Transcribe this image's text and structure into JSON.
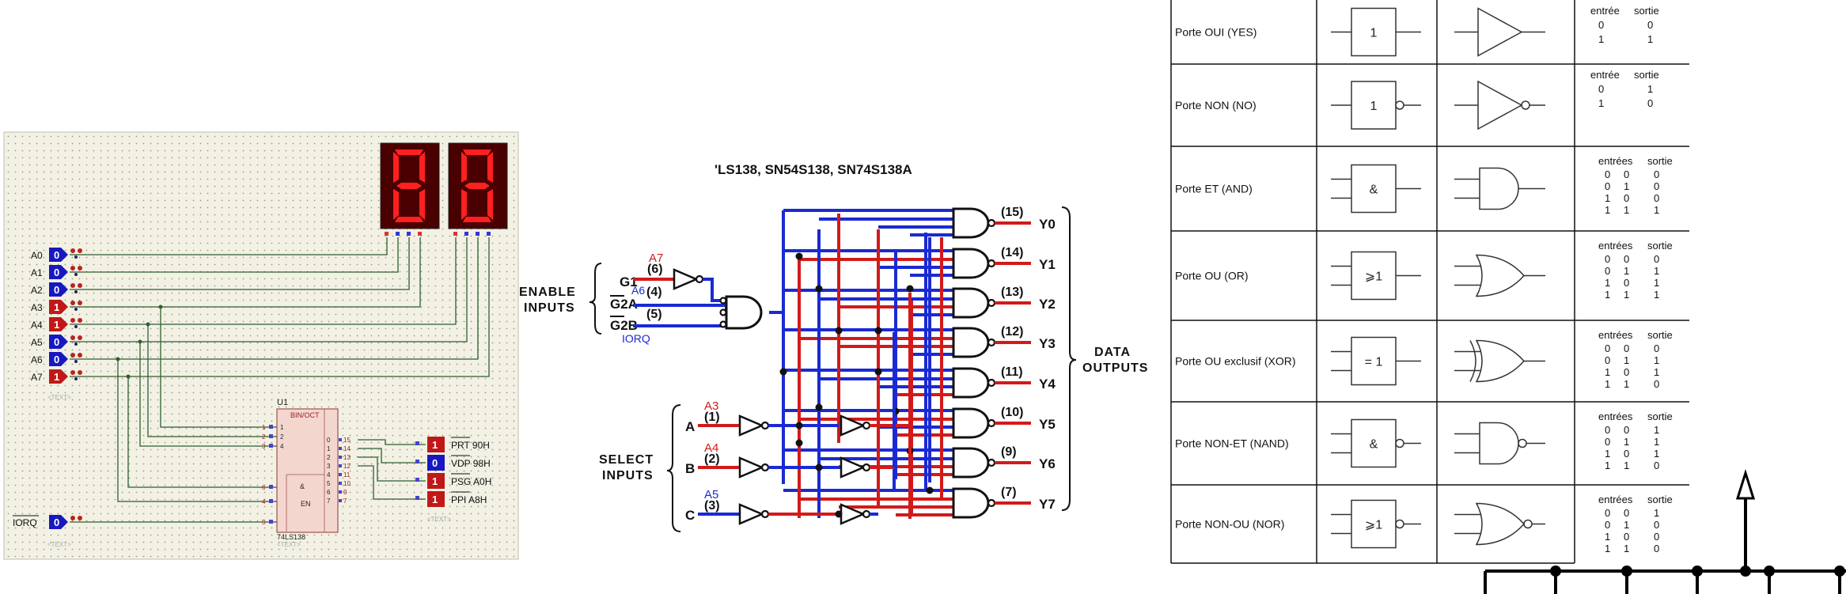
{
  "simulator": {
    "inputs": [
      {
        "name": "A0",
        "value": "0",
        "state": "low"
      },
      {
        "name": "A1",
        "value": "0",
        "state": "low"
      },
      {
        "name": "A2",
        "value": "0",
        "state": "low"
      },
      {
        "name": "A3",
        "value": "1",
        "state": "high"
      },
      {
        "name": "A4",
        "value": "1",
        "state": "high"
      },
      {
        "name": "A5",
        "value": "0",
        "state": "low"
      },
      {
        "name": "A6",
        "value": "0",
        "state": "low"
      },
      {
        "name": "A7",
        "value": "1",
        "state": "high"
      }
    ],
    "iorq": {
      "name": "IORQ",
      "value": "0"
    },
    "text_tag": "<TEXT>",
    "chip": {
      "ref": "U1",
      "type": "BIN/OCT",
      "part": "74LS138",
      "pins_left": [
        "1",
        "2",
        "3",
        "6",
        "4",
        "5"
      ],
      "labels_left": [
        "1",
        "2",
        "4",
        "&",
        "EN"
      ],
      "pins_right": [
        "15",
        "14",
        "13",
        "12",
        "11",
        "10",
        "9",
        "7"
      ],
      "labels_right": [
        "0",
        "1",
        "2",
        "3",
        "4",
        "5",
        "6",
        "7"
      ]
    },
    "outputs": [
      {
        "value": "1",
        "label": "PRT 90H",
        "state": "high"
      },
      {
        "value": "0",
        "label": "VDP 98H",
        "state": "low"
      },
      {
        "value": "1",
        "label": "PSG A0H",
        "state": "high"
      },
      {
        "value": "1",
        "label": "PPI A8H",
        "state": "high"
      }
    ],
    "display_digits": [
      "8",
      "8"
    ]
  },
  "logic": {
    "title": "'LS138, SN54S138, SN74S138A",
    "enable_label": "ENABLE\nINPUTS",
    "select_label": "SELECT\nINPUTS",
    "data_label": "DATA\nOUTPUTS",
    "enables": [
      {
        "name": "G1",
        "pin": "(6)",
        "addr": "A7",
        "addr_color": "#d21a1a"
      },
      {
        "name": "G2A",
        "pin": "(4)",
        "addr": "A6",
        "addr_color": "#1a2ad2"
      },
      {
        "name": "G2B",
        "pin": "(5)",
        "addr": "IORQ",
        "addr_color": "#1a2ad2"
      }
    ],
    "selects": [
      {
        "name": "A",
        "pin": "(1)",
        "addr": "A3",
        "addr_color": "#d21a1a"
      },
      {
        "name": "B",
        "pin": "(2)",
        "addr": "A4",
        "addr_color": "#d21a1a"
      },
      {
        "name": "C",
        "pin": "(3)",
        "addr": "A5",
        "addr_color": "#1a2ad2"
      }
    ],
    "outputs": [
      {
        "name": "Y0",
        "pin": "(15)"
      },
      {
        "name": "Y1",
        "pin": "(14)"
      },
      {
        "name": "Y2",
        "pin": "(13)"
      },
      {
        "name": "Y3",
        "pin": "(12)"
      },
      {
        "name": "Y4",
        "pin": "(11)"
      },
      {
        "name": "Y5",
        "pin": "(10)"
      },
      {
        "name": "Y6",
        "pin": "(9)"
      },
      {
        "name": "Y7",
        "pin": "(7)"
      }
    ]
  },
  "gates_table": {
    "rows": [
      {
        "name": "Porte OUI (YES)",
        "iec": "1",
        "bubble": false,
        "shape": "buffer",
        "header": [
          "entrée",
          "sortie"
        ],
        "truth": [
          [
            "0",
            "0"
          ],
          [
            "1",
            "1"
          ]
        ]
      },
      {
        "name": "Porte NON (NO)",
        "iec": "1",
        "bubble": true,
        "shape": "not",
        "header": [
          "entrée",
          "sortie"
        ],
        "truth": [
          [
            "0",
            "1"
          ],
          [
            "1",
            "0"
          ]
        ]
      },
      {
        "name": "Porte ET (AND)",
        "iec": "&",
        "bubble": false,
        "shape": "and",
        "header": [
          "entrées",
          "sortie"
        ],
        "truth": [
          [
            "0",
            "0",
            "0"
          ],
          [
            "0",
            "1",
            "0"
          ],
          [
            "1",
            "0",
            "0"
          ],
          [
            "1",
            "1",
            "1"
          ]
        ]
      },
      {
        "name": "Porte OU (OR)",
        "iec": "⩾1",
        "bubble": false,
        "shape": "or",
        "header": [
          "entrées",
          "sortie"
        ],
        "truth": [
          [
            "0",
            "0",
            "0"
          ],
          [
            "0",
            "1",
            "1"
          ],
          [
            "1",
            "0",
            "1"
          ],
          [
            "1",
            "1",
            "1"
          ]
        ]
      },
      {
        "name": "Porte OU exclusif (XOR)",
        "iec": "= 1",
        "bubble": false,
        "shape": "xor",
        "header": [
          "entrées",
          "sortie"
        ],
        "truth": [
          [
            "0",
            "0",
            "0"
          ],
          [
            "0",
            "1",
            "1"
          ],
          [
            "1",
            "0",
            "1"
          ],
          [
            "1",
            "1",
            "0"
          ]
        ]
      },
      {
        "name": "Porte NON-ET (NAND)",
        "iec": "&",
        "bubble": true,
        "shape": "nand",
        "header": [
          "entrées",
          "sortie"
        ],
        "truth": [
          [
            "0",
            "0",
            "1"
          ],
          [
            "0",
            "1",
            "1"
          ],
          [
            "1",
            "0",
            "1"
          ],
          [
            "1",
            "1",
            "0"
          ]
        ]
      },
      {
        "name": "Porte NON-OU (NOR)",
        "iec": "⩾1",
        "bubble": true,
        "shape": "nor",
        "header": [
          "entrées",
          "sortie"
        ],
        "truth": [
          [
            "0",
            "0",
            "1"
          ],
          [
            "0",
            "1",
            "0"
          ],
          [
            "1",
            "0",
            "0"
          ],
          [
            "1",
            "1",
            "0"
          ]
        ]
      }
    ]
  },
  "colors": {
    "high": "#c01818",
    "low": "#1818c0",
    "wire_red": "#d21a1a",
    "wire_blue": "#1a2ad2",
    "wire_green": "#2e5e2e",
    "panel": "#f2f1e4",
    "seg_on": "#ff2020",
    "seg_off": "#5a0000"
  }
}
